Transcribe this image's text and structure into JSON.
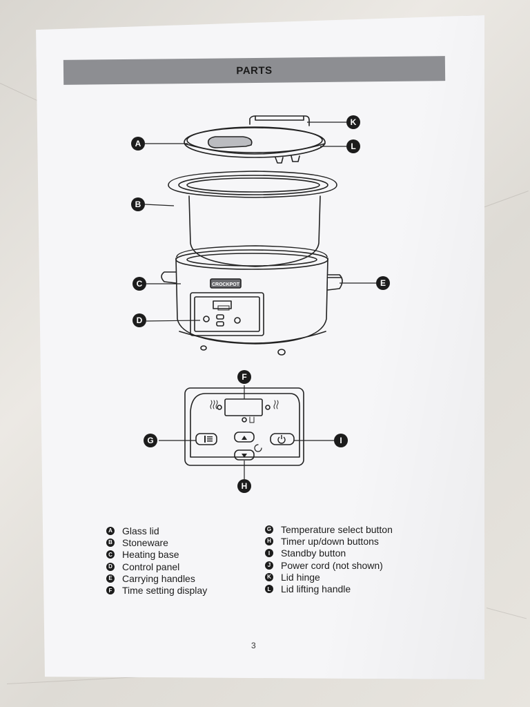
{
  "title": "PARTS",
  "callouts": {
    "a": "A",
    "b": "B",
    "c": "C",
    "d": "D",
    "e": "E",
    "f": "F",
    "g": "G",
    "h": "H",
    "i": "I",
    "k": "K",
    "l": "L"
  },
  "brand_logo": "CROCKPOT",
  "legend_left": [
    {
      "letter": "A",
      "label": "Glass lid"
    },
    {
      "letter": "B",
      "label": "Stoneware"
    },
    {
      "letter": "C",
      "label": "Heating base"
    },
    {
      "letter": "D",
      "label": "Control panel"
    },
    {
      "letter": "E",
      "label": "Carrying handles"
    },
    {
      "letter": "F",
      "label": "Time setting display"
    }
  ],
  "legend_right": [
    {
      "letter": "G",
      "label": "Temperature select button"
    },
    {
      "letter": "H",
      "label": "Timer up/down buttons"
    },
    {
      "letter": "I",
      "label": "Standby button"
    },
    {
      "letter": "J",
      "label": "Power cord (not shown)"
    },
    {
      "letter": "K",
      "label": "Lid hinge"
    },
    {
      "letter": "L",
      "label": "Lid lifting handle"
    }
  ],
  "page_number": "3",
  "colors": {
    "banner": "#8d8e92",
    "ink": "#1c1c1c",
    "paper": "#f6f6f8"
  }
}
